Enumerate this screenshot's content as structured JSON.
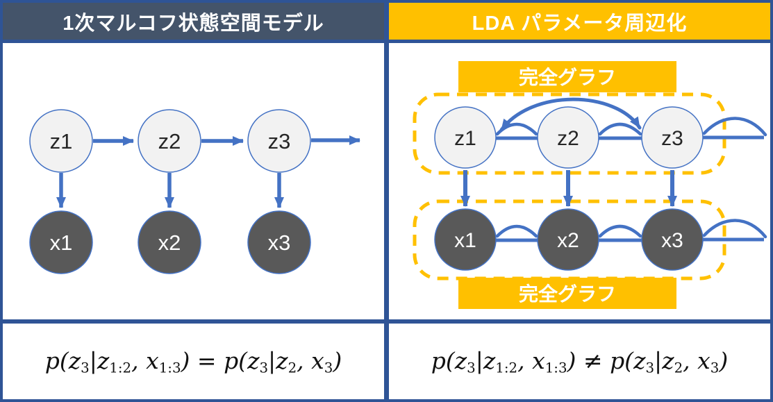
{
  "colors": {
    "navy": "#2F5496",
    "slate": "#44546A",
    "orange": "#FFC000",
    "blue": "#4472C4",
    "darkgray": "#595959",
    "lightfill": "#F2F2F2"
  },
  "left": {
    "header": "1次マルコフ状態空間モデル",
    "z_nodes": [
      "z1",
      "z2",
      "z3"
    ],
    "x_nodes": [
      "x1",
      "x2",
      "x3"
    ],
    "formula": [
      {
        "t": "p("
      },
      {
        "t": "z",
        "sub": "3"
      },
      {
        "t": "|"
      },
      {
        "t": "z",
        "sub": "1:2"
      },
      {
        "t": ", "
      },
      {
        "t": "x",
        "sub": "1:3"
      },
      {
        "t": ")"
      },
      {
        "t": " = ",
        "up": true
      },
      {
        "t": "p("
      },
      {
        "t": "z",
        "sub": "3"
      },
      {
        "t": "|"
      },
      {
        "t": "z",
        "sub": "2"
      },
      {
        "t": ", "
      },
      {
        "t": "x",
        "sub": "3"
      },
      {
        "t": ")"
      }
    ]
  },
  "right": {
    "header": "LDA パラメータ周辺化",
    "complete_graph_label_top": "完全グラフ",
    "complete_graph_label_bottom": "完全グラフ",
    "z_nodes": [
      "z1",
      "z2",
      "z3"
    ],
    "x_nodes": [
      "x1",
      "x2",
      "x3"
    ],
    "formula": [
      {
        "t": "p("
      },
      {
        "t": "z",
        "sub": "3"
      },
      {
        "t": "|"
      },
      {
        "t": "z",
        "sub": "1:2"
      },
      {
        "t": ", "
      },
      {
        "t": "x",
        "sub": "1:3"
      },
      {
        "t": ")"
      },
      {
        "t": " ≠ ",
        "up": true
      },
      {
        "t": "p("
      },
      {
        "t": "z",
        "sub": "3"
      },
      {
        "t": "|"
      },
      {
        "t": "z",
        "sub": "2"
      },
      {
        "t": ", "
      },
      {
        "t": "x",
        "sub": "3"
      },
      {
        "t": ")"
      }
    ]
  }
}
